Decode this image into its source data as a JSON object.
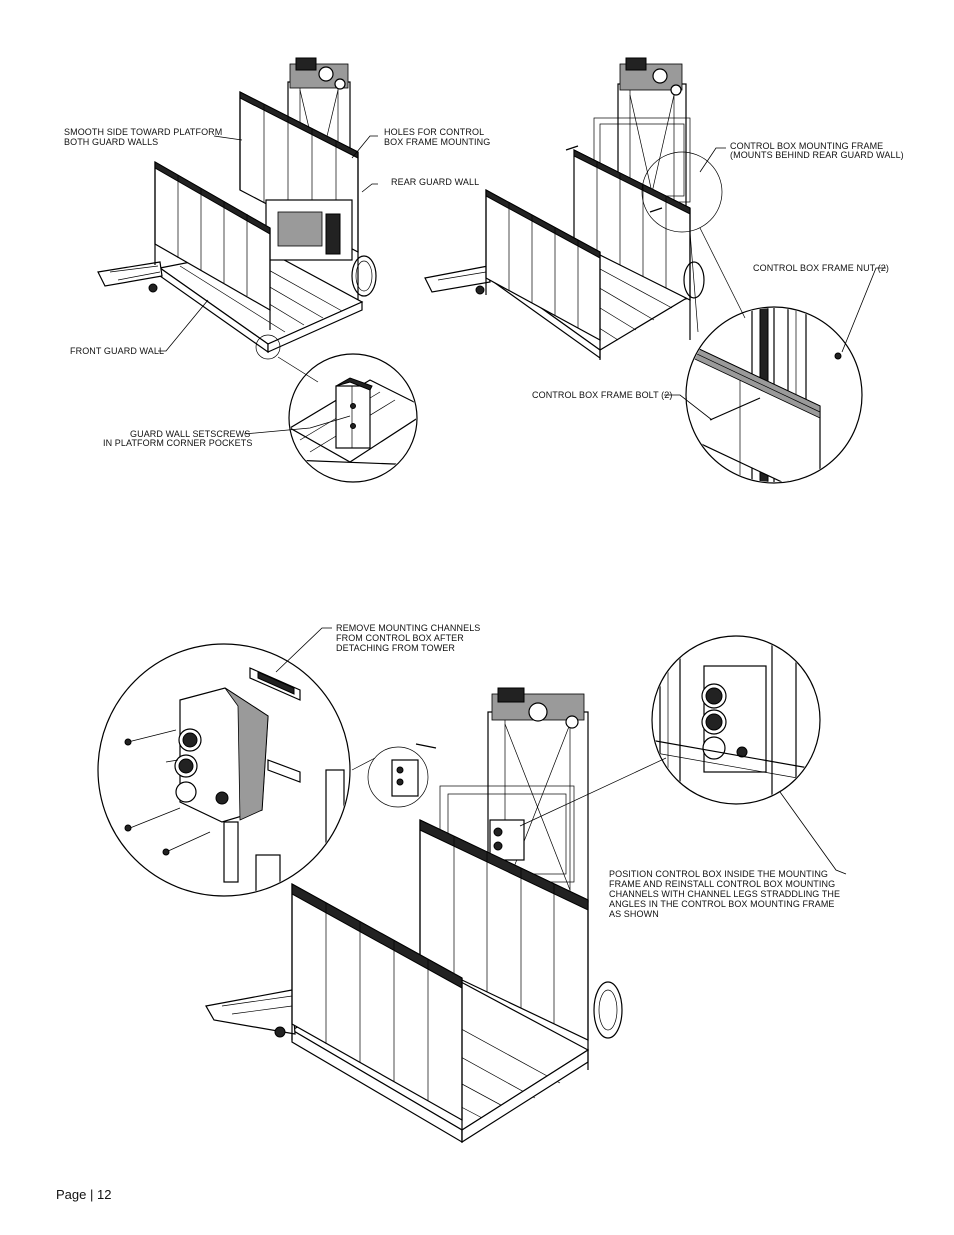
{
  "labels": {
    "smooth_side_1": "SMOOTH SIDE TOWARD PLATFORM",
    "smooth_side_2": "BOTH GUARD WALLS",
    "holes_1": "HOLES FOR CONTROL",
    "holes_2": "BOX FRAME MOUNTING",
    "rear_guard_wall": "REAR GUARD WALL",
    "front_guard_wall": "FRONT GUARD WALL",
    "setscrews_1": "GUARD WALL SETSCREWS",
    "setscrews_2": "IN PLATFORM CORNER POCKETS",
    "cb_mount_frame_1": "CONTROL BOX MOUNTING FRAME",
    "cb_mount_frame_2": "(MOUNTS BEHIND REAR GUARD WALL)",
    "cb_frame_nut": "CONTROL BOX FRAME NUT (2)",
    "cb_frame_bolt": "CONTROL BOX FRAME BOLT (2)",
    "remove_channels_1": "REMOVE MOUNTING CHANNELS",
    "remove_channels_2": "FROM CONTROL BOX AFTER",
    "remove_channels_3": "DETACHING FROM TOWER",
    "position_1": "POSITION CONTROL BOX INSIDE THE MOUNTING",
    "position_2": "FRAME AND REINSTALL CONTROL BOX MOUNTING",
    "position_3": "CHANNELS WITH CHANNEL LEGS STRADDLING THE",
    "position_4": "ANGLES IN THE CONTROL BOX MOUNTING FRAME",
    "position_5": "AS SHOWN"
  },
  "footer": {
    "page": "Page | 12"
  }
}
